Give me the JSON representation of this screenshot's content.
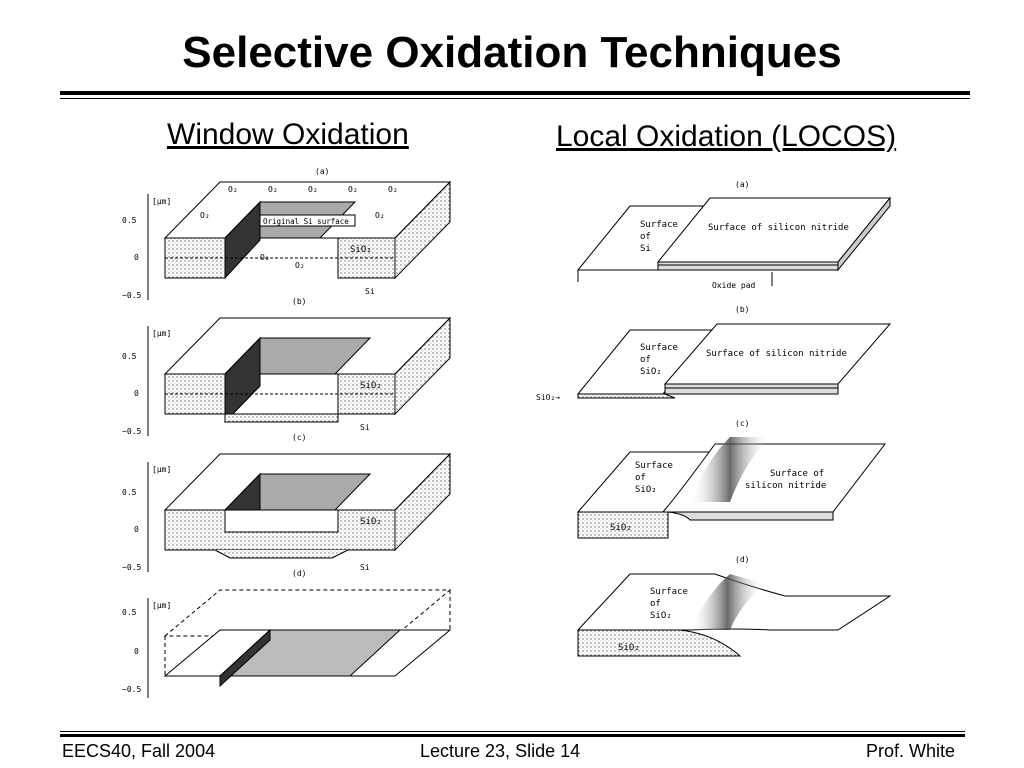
{
  "slide": {
    "title": "Selective Oxidation Techniques",
    "left_heading": "Window Oxidation",
    "right_heading": "Local Oxidation (LOCOS)"
  },
  "window_figure": {
    "axis_unit": "[µm]",
    "ticks": [
      "0.5",
      "0",
      "−0.5"
    ],
    "panels": [
      "(a)",
      "(b)",
      "(c)",
      "(d)"
    ],
    "original_surface_label": "Original Si surface",
    "sio2_label": "SiO₂",
    "si_label": "Si",
    "o2_label": "O₂"
  },
  "locos_figure": {
    "panels": [
      "(a)",
      "(b)",
      "(c)",
      "(d)"
    ],
    "surface_of_si": [
      "Surface",
      "of",
      "Si"
    ],
    "surface_of_sio2": [
      "Surface",
      "of",
      "SiO₂"
    ],
    "surface_of_nitride": "Surface of silicon nitride",
    "surface_of_nitride_lines": [
      "Surface of",
      "silicon nitride"
    ],
    "oxide_pad": "Oxide pad",
    "sio2_arrow_label": "SiO₂→",
    "sio2_label": "SiO₂"
  },
  "footer": {
    "left": "EECS40, Fall 2004",
    "center": "Lecture 23, Slide 14",
    "right": "Prof. White"
  }
}
